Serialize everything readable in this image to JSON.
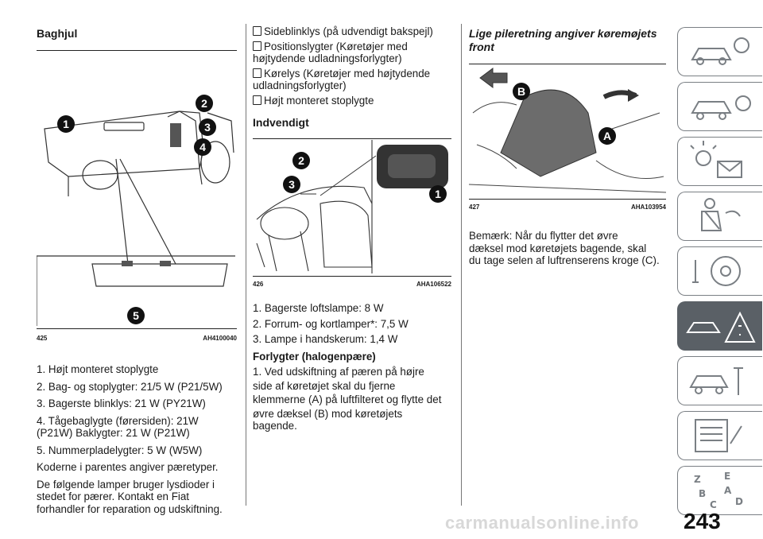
{
  "col1": {
    "heading": "Baghjul",
    "figure": {
      "number": "425",
      "code": "AH4100040",
      "callouts": [
        "1",
        "2",
        "3",
        "4",
        "5"
      ]
    },
    "lines": [
      "1. Højt monteret stoplygte",
      "2. Bag- og stoplygter: 21/5 W (P21/5W)",
      "3. Bagerste blinklys: 21 W (PY21W)",
      "4. Tågebaglygte (førersiden): 21W",
      "(P21W) Baklygter: 21 W (P21W)",
      "5. Nummerpladelygter: 5 W (W5W)",
      "Koderne i parentes angiver pæretyper.",
      "De følgende lamper bruger lysdioder i",
      "stedet for pærer. Kontakt en Fiat",
      "forhandler for reparation og udskiftning."
    ]
  },
  "col2": {
    "bullets": [
      "Sideblinklys (på udvendigt bakspejl)",
      "Positionslygter (Køretøjer med",
      "højtydende udladningsforlygter)",
      "Kørelys (Køretøjer med højtydende",
      "udladningsforlygter)",
      "Højt monteret stoplygte"
    ],
    "heading": "Indvendigt",
    "figure": {
      "number": "426",
      "code": "AHA106522",
      "callouts": [
        "1",
        "2",
        "3"
      ]
    },
    "lines": [
      "1. Bagerste loftslampe: 8 W",
      "2. Forrum- og kortlamper*: 7,5 W",
      "3. Lampe i handskerum: 1,4 W"
    ],
    "subheading": "Forlygter (halogenpære)",
    "para": [
      "1. Ved udskiftning af pæren på højre",
      "side af køretøjet skal du fjerne",
      "klemmerne (A) på luftfilteret og flytte det",
      "øvre dæksel (B) mod køretøjets",
      "bagende."
    ]
  },
  "col3": {
    "heading_l1": "Lige pileretning angiver kørетøjets",
    "heading_l2": "front",
    "figure": {
      "number": "427",
      "code": "AHA103954",
      "callouts": [
        "A",
        "B"
      ]
    },
    "para": [
      "Bemærk: Når du flytter det øvre",
      "dæksel mod køretøjets bagende, skal",
      "du tage selen af luftrenserens kroge (C)."
    ]
  },
  "page_number": "243",
  "watermark": "carmanualsonline.info",
  "sidebar_icons": [
    "car-info-icon",
    "car-dashboard-icon",
    "lights-messages-icon",
    "seatbelt-airbag-icon",
    "steering-key-icon",
    "breakdown-warning-icon",
    "car-maintenance-icon",
    "specs-list-icon",
    "index-letters-icon"
  ],
  "colors": {
    "tab_border": "#7a7f84",
    "tab_active": "#5a6066"
  }
}
